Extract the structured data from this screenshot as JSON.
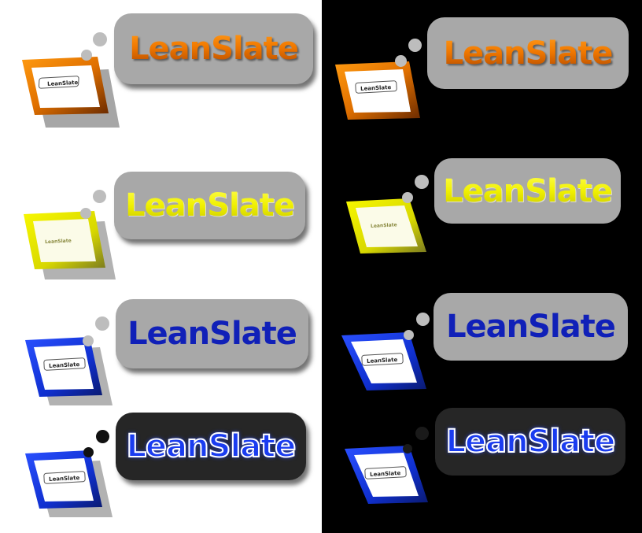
{
  "logos": [
    {
      "id": "l1",
      "text": "LeanSlate",
      "slate_text": "LeanSlate",
      "style": "orange",
      "bubble_bg": "#a8a8a8",
      "frame_color": "#e87a00"
    },
    {
      "id": "l2",
      "text": "LeanSlate",
      "slate_text": "LeanSlate",
      "style": "yellow",
      "bubble_bg": "#a8a8a8",
      "frame_color": "#e6e600"
    },
    {
      "id": "l3",
      "text": "LeanSlate",
      "slate_text": "LeanSlate",
      "style": "blue",
      "bubble_bg": "#a8a8a8",
      "frame_color": "#1a3cf0"
    },
    {
      "id": "l4",
      "text": "LeanSlate",
      "slate_text": "LeanSlate",
      "style": "outline",
      "bubble_bg": "#262626",
      "frame_color": "#1a3cf0"
    },
    {
      "id": "r1",
      "text": "LeanSlate",
      "slate_text": "LeanSlate",
      "style": "orange",
      "bubble_bg": "#a8a8a8",
      "frame_color": "#e87a00"
    },
    {
      "id": "r2",
      "text": "LeanSlate",
      "slate_text": "LeanSlate",
      "style": "yellow",
      "bubble_bg": "#a8a8a8",
      "frame_color": "#e6e600"
    },
    {
      "id": "r3",
      "text": "LeanSlate",
      "slate_text": "LeanSlate",
      "style": "blue",
      "bubble_bg": "#a8a8a8",
      "frame_color": "#1a3cf0"
    },
    {
      "id": "r4",
      "text": "LeanSlate",
      "slate_text": "LeanSlate",
      "style": "outline",
      "bubble_bg": "#262626",
      "frame_color": "#1a3cf0"
    }
  ]
}
